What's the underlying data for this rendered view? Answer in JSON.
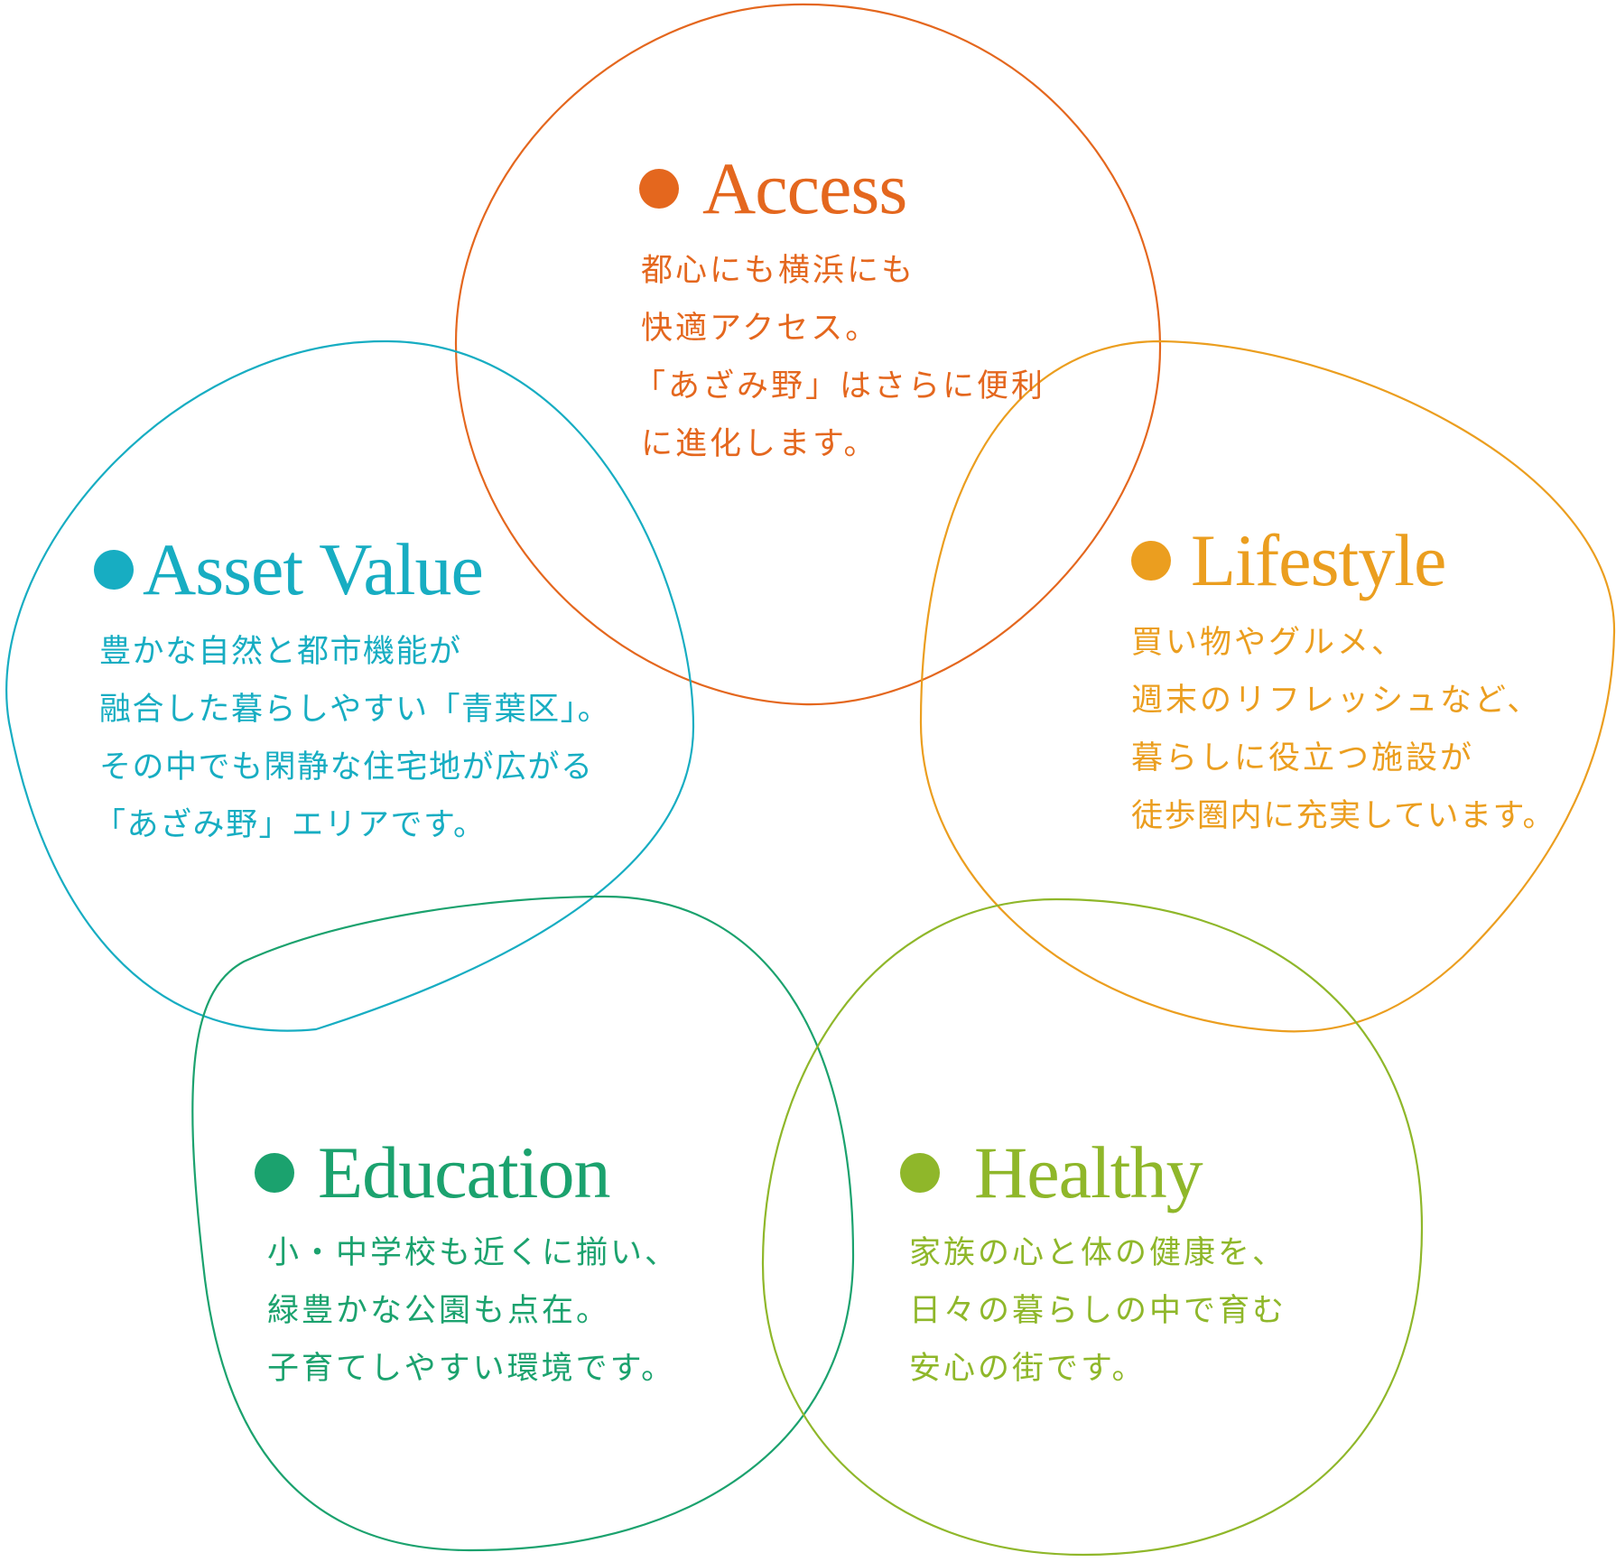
{
  "colors": {
    "access": "#e4671e",
    "asset_value": "#17adc2",
    "lifestyle": "#eb9e1f",
    "education": "#1ba26e",
    "healthy": "#8fb72a"
  },
  "sections": {
    "access": {
      "title": "Access",
      "lines": [
        "都心にも横浜にも",
        "快適アクセス。",
        "「あざみ野」はさらに便利",
        "に進化します。"
      ]
    },
    "asset_value": {
      "title": "Asset Value",
      "lines": [
        "豊かな自然と都市機能が",
        "融合した暮らしやすい「青葉区」。",
        "その中でも閑静な住宅地が広がる",
        "「あざみ野」エリアです。"
      ]
    },
    "lifestyle": {
      "title": "Lifestyle",
      "lines": [
        "買い物やグルメ、",
        "週末のリフレッシュなど、",
        "暮らしに役立つ施設が",
        "徒歩圏内に充実しています。"
      ]
    },
    "education": {
      "title": "Education",
      "lines": [
        "小・中学校も近くに揃い、",
        "緑豊かな公園も点在。",
        "子育てしやすい環境です。"
      ]
    },
    "healthy": {
      "title": "Healthy",
      "lines": [
        "家族の心と体の健康を、",
        "日々の暮らしの中で育む",
        "安心の街です。"
      ]
    }
  }
}
